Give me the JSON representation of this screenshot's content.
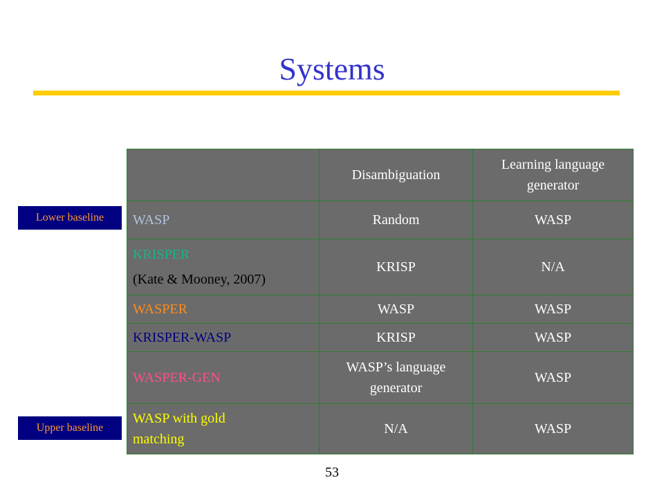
{
  "title": "Systems",
  "colors": {
    "title": "#3333cc",
    "rule": "#ffcc00",
    "table_bg": "#6b6b6b",
    "cell_border": "#2e7d2e",
    "label_bg": "#000080",
    "label_text": "#ff9933"
  },
  "labels": {
    "lower": "Lower baseline",
    "upper": "Upper baseline"
  },
  "table": {
    "header": {
      "blank": "",
      "disambiguation": "Disambiguation",
      "generator_line1": "Learning language",
      "generator_line2": "generator"
    },
    "rows": [
      {
        "system": "WASP",
        "system_color": "#b0c4de",
        "disambiguation": "Random",
        "generator": "WASP"
      },
      {
        "system": "KRISPER",
        "system_sub": "(Kate & Mooney, 2007)",
        "system_color": "#19b38a",
        "disambiguation": "KRISP",
        "generator": "N/A"
      },
      {
        "system": "WASPER",
        "system_color": "#ff8c1a",
        "disambiguation": "WASP",
        "generator": "WASP"
      },
      {
        "system": "KRISPER-WASP",
        "system_color": "#000080",
        "disambiguation": "KRISP",
        "generator": "WASP"
      },
      {
        "system": "WASPER-GEN",
        "system_color": "#ff4f8b",
        "disambiguation_line1": "WASP’s language",
        "disambiguation_line2": "generator",
        "generator": "WASP"
      },
      {
        "system_line1": "WASP with gold",
        "system_line2": "matching",
        "system_color": "#ffff00",
        "disambiguation": "N/A",
        "generator": "WASP"
      }
    ]
  },
  "page_number": "53"
}
